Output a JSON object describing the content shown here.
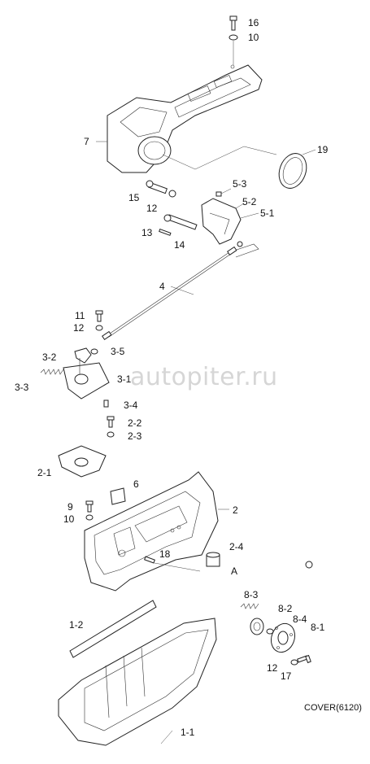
{
  "diagram": {
    "caption": "COVER(6120)",
    "watermark": "autopiter.ru",
    "callouts": {
      "c16": "16",
      "c10a": "10",
      "c7": "7",
      "c19": "19",
      "c5_3": "5-3",
      "c15": "15",
      "c12a": "12",
      "c5_2": "5-2",
      "c5_1": "5-1",
      "c13": "13",
      "c14": "14",
      "c4": "4",
      "c11": "11",
      "c12b": "12",
      "c3_2": "3-2",
      "c3_5": "3-5",
      "c3_3": "3-3",
      "c3_1": "3-1",
      "c3_4": "3-4",
      "c2_2": "2-2",
      "c2_3": "2-3",
      "c2_1": "2-1",
      "c6": "6",
      "c9": "9",
      "c10b": "10",
      "c2": "2",
      "c18": "18",
      "c2_4": "2-4",
      "cA": "A",
      "c8_3": "8-3",
      "c8_2": "8-2",
      "c8_4": "8-4",
      "c8_1": "8-1",
      "c12c": "12",
      "c17": "17",
      "c1_2": "1-2",
      "c1_1": "1-1"
    }
  }
}
